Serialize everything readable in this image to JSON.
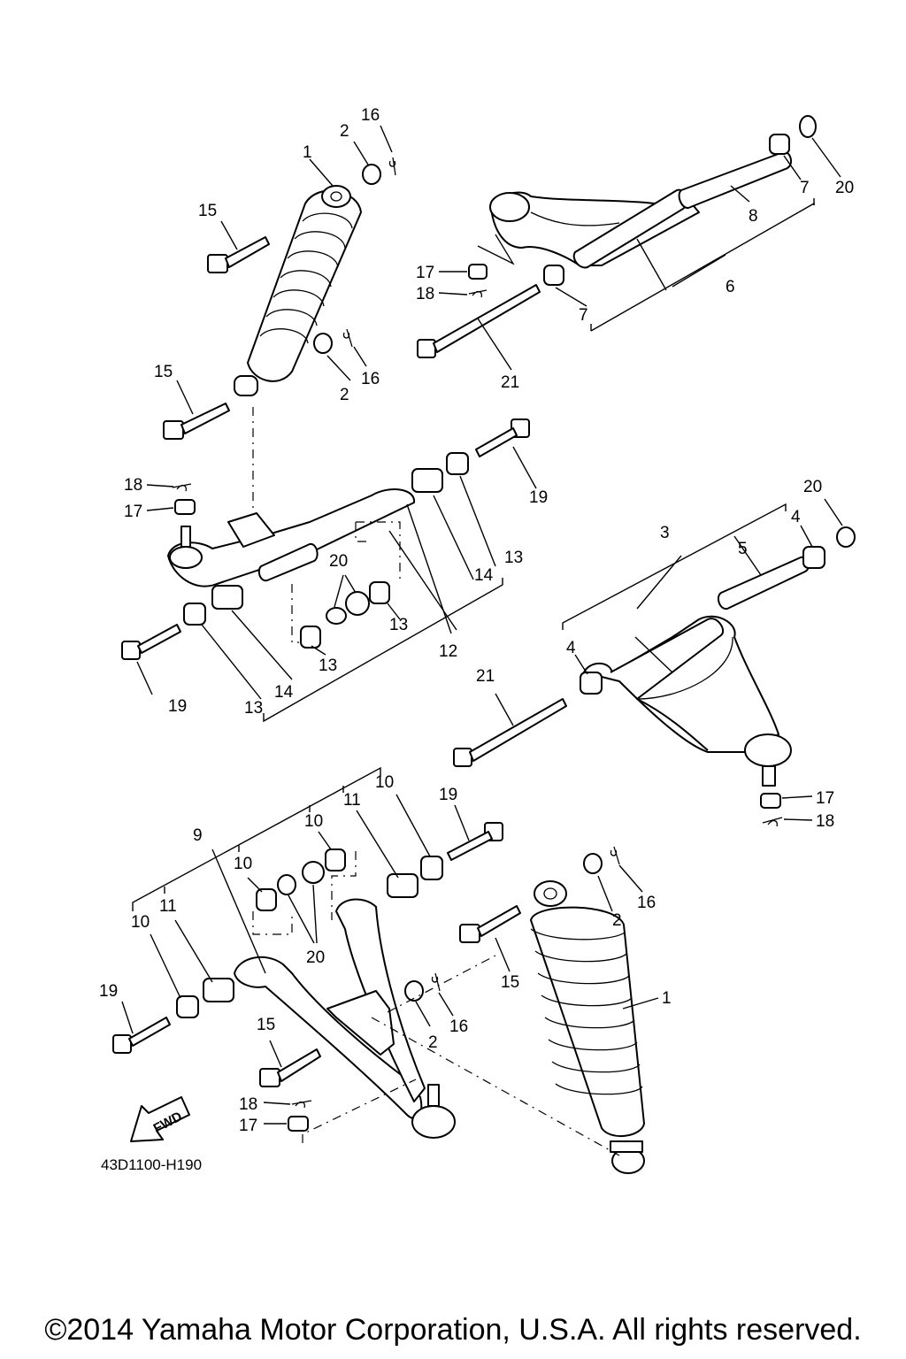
{
  "diagram": {
    "code": "43D1100-H190",
    "fwd_label": "FWD",
    "callouts": {
      "c1a": "1",
      "c2a": "2",
      "c16a": "16",
      "c15a": "15",
      "c15b": "15",
      "c2b": "2",
      "c16b": "16",
      "c17a": "17",
      "c18a": "18",
      "c21a": "21",
      "c7a": "7",
      "c7b": "7",
      "c8": "8",
      "c20a": "20",
      "c6": "6",
      "c18b": "18",
      "c17b": "17",
      "c19a": "19",
      "c19b": "19",
      "c14a": "14",
      "c13a": "13",
      "c20b": "20",
      "c13b": "13",
      "c13c": "13",
      "c12": "12",
      "c13d": "13",
      "c14b": "14",
      "c20c": "20",
      "c3": "3",
      "c4a": "4",
      "c5": "5",
      "c4b": "4",
      "c21b": "21",
      "c17c": "17",
      "c18c": "18",
      "c9": "9",
      "c10a": "10",
      "c10b": "10",
      "c10c": "10",
      "c10d": "10",
      "c11a": "11",
      "c11b": "11",
      "c19c": "19",
      "c19d": "19",
      "c20d": "20",
      "c15c": "15",
      "c2c": "2",
      "c16c": "16",
      "c1b": "1",
      "c15d": "15",
      "c2d": "2",
      "c16d": "16",
      "c18d": "18",
      "c17d": "17"
    }
  },
  "footer": {
    "copyright": "©2014 Yamaha Motor Corporation, U.S.A. All rights reserved."
  }
}
